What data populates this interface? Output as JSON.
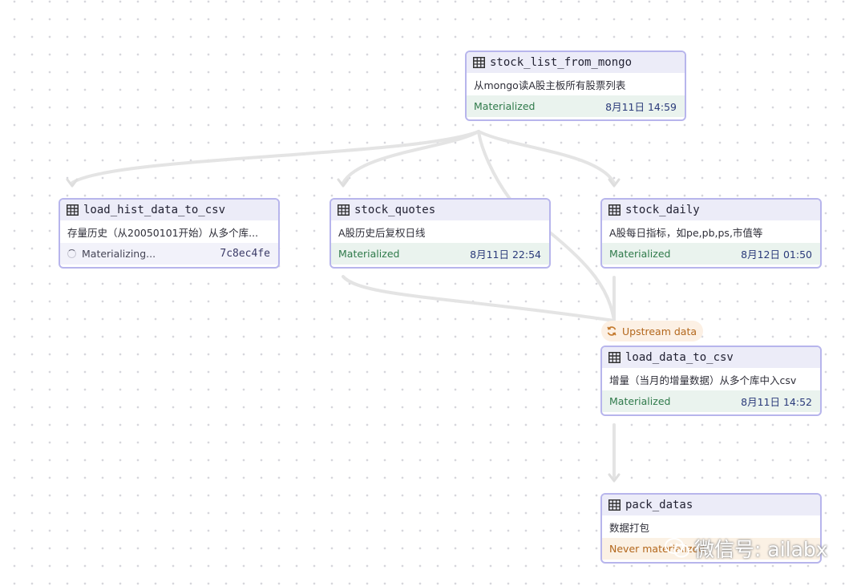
{
  "nodes": {
    "stock_list_from_mongo": {
      "title": "stock_list_from_mongo",
      "description": "从mongo读A股主板所有股票列表",
      "status": "Materialized",
      "time": "8月11日 14:59"
    },
    "load_hist_data_to_csv": {
      "title": "load_hist_data_to_csv",
      "description": "存量历史（从20050101开始）从多个库...",
      "status": "Materializing...",
      "run_id": "7c8ec4fe"
    },
    "stock_quotes": {
      "title": "stock_quotes",
      "description": "A股历史后复权日线",
      "status": "Materialized",
      "time": "8月11日 22:54"
    },
    "stock_daily": {
      "title": "stock_daily",
      "description": "A股每日指标，如pe,pb,ps,市值等",
      "status": "Materialized",
      "time": "8月12日 01:50"
    },
    "load_data_to_csv": {
      "title": "load_data_to_csv",
      "description": "增量（当月的增量数据）从多个库中入csv",
      "status": "Materialized",
      "time": "8月11日 14:52"
    },
    "pack_datas": {
      "title": "pack_datas",
      "description": "数据打包",
      "status": "Never materialized"
    }
  },
  "upstream_badge": {
    "label": "Upstream data",
    "icon": "sync-icon"
  },
  "watermark": {
    "text": "微信号: ailabx",
    "icon": "wechat-icon"
  },
  "colors": {
    "node_border": "#b7b5ec",
    "header_bg": "#ececf8",
    "materialized_bg": "#eaf3ee",
    "materialized_text": "#2f7a4a",
    "never_text": "#b3671c",
    "edge": "#e4e4e4"
  }
}
